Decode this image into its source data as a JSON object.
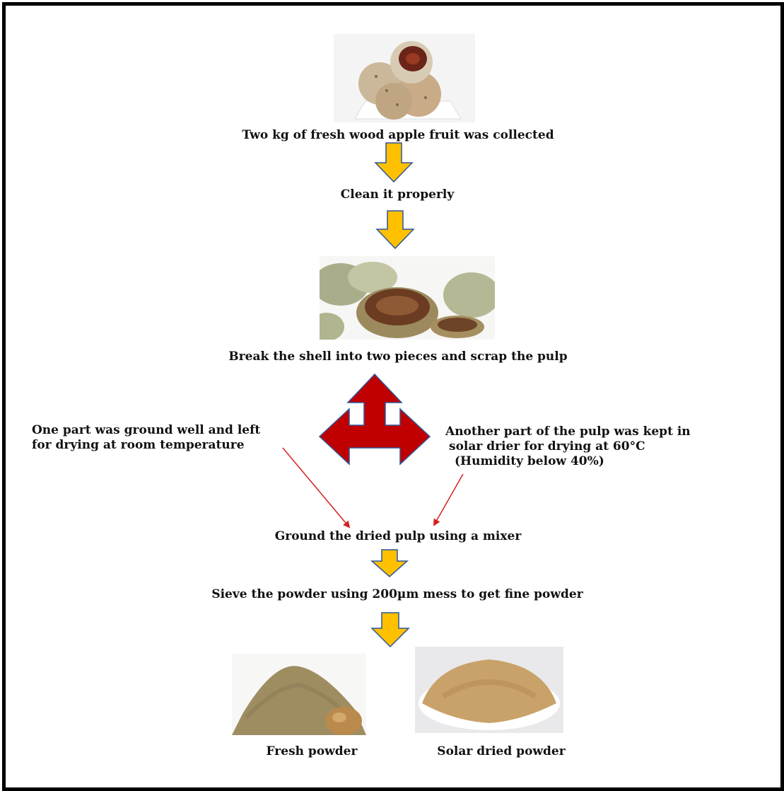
{
  "steps": {
    "collect": "Two kg of fresh wood apple fruit was collected",
    "clean": "Clean it properly",
    "break": "Break the shell into two pieces and scrap the pulp",
    "left_line1": "One part was ground well and left",
    "left_line2": "for drying at room temperature",
    "right_line1": "Another part of the pulp was kept in",
    "right_line2": "solar drier for drying at 60°C",
    "right_line3": "(Humidity below 40%)",
    "grind": "Ground the dried pulp using a mixer",
    "sieve": "Sieve the powder using 200µm mess to get fine powder"
  },
  "outputs": {
    "fresh": "Fresh powder",
    "solar": "Solar dried powder"
  },
  "colors": {
    "down_arrow": "#FFC000",
    "down_arrow_stroke": "#2F5597",
    "tri_arrow": "#C00000",
    "tri_arrow_stroke": "#2F5597",
    "connector": "#D42020"
  }
}
